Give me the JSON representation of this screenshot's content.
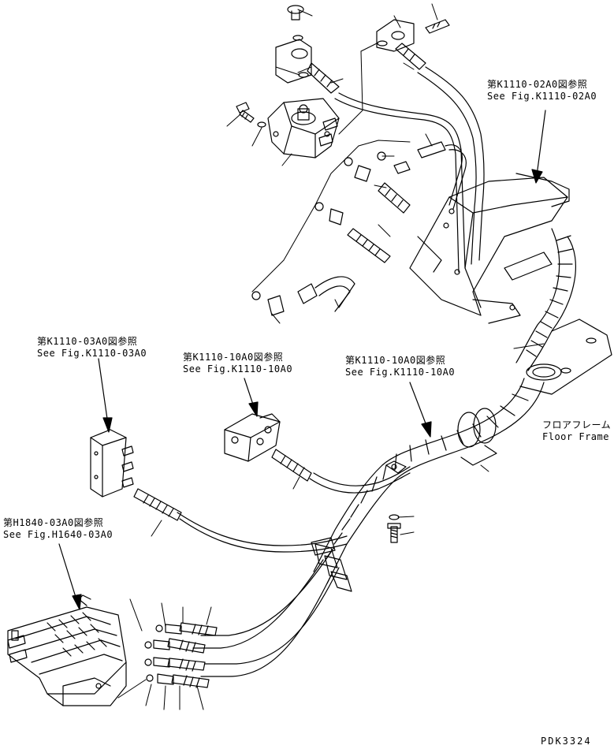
{
  "refs": {
    "k1110_02a0": {
      "jp": "第K1110-02A0図参照",
      "en": "See Fig.K1110-02A0"
    },
    "k1110_03a0": {
      "jp": "第K1110-03A0図参照",
      "en": "See Fig.K1110-03A0"
    },
    "k1110_10a0_left": {
      "jp": "第K1110-10A0図参照",
      "en": "See Fig.K1110-10A0"
    },
    "k1110_10a0_right": {
      "jp": "第K1110-10A0図参照",
      "en": "See Fig.K1110-10A0"
    },
    "h1840_03a0": {
      "jp": "第H1840-03A0図参照",
      "en": "See Fig.H1640-03A0"
    }
  },
  "floor_frame": {
    "jp": "フロアフレーム",
    "en": "Floor Frame"
  },
  "drawing_code": "PDK3324"
}
